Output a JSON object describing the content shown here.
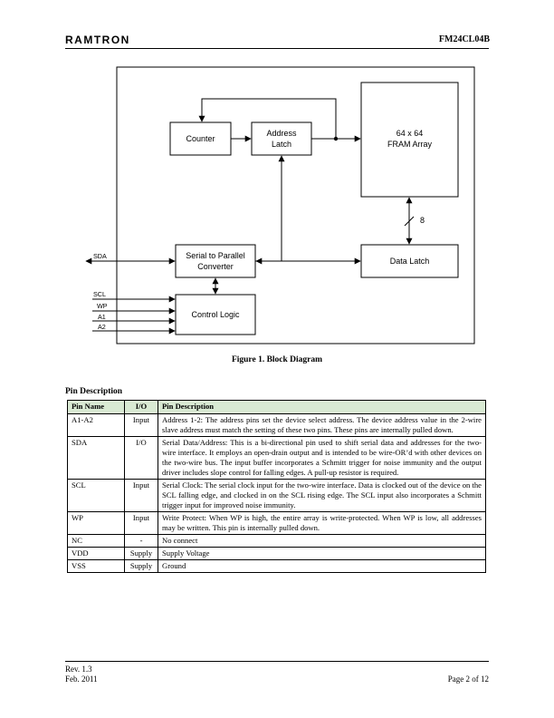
{
  "header": {
    "logo": "RAMTRON",
    "part_number": "FM24CL04B"
  },
  "diagram": {
    "blocks": {
      "counter": "Counter",
      "address_latch": [
        "Address",
        "Latch"
      ],
      "fram_array": [
        "64 x 64",
        "FRAM Array"
      ],
      "serial_to_parallel": [
        "Serial to Parallel",
        "Converter"
      ],
      "data_latch": "Data Latch",
      "control_logic": "Control Logic"
    },
    "bus_width": "8",
    "pins": [
      "SDA",
      "SCL",
      "WP",
      "A1",
      "A2"
    ]
  },
  "figure_caption": "Figure 1. Block Diagram",
  "section_title": "Pin Description",
  "table": {
    "headers": [
      "Pin Name",
      "I/O",
      "Pin Description"
    ],
    "rows": [
      [
        "A1-A2",
        "Input",
        "Address 1-2:  The address pins set the device select address. The device address value in the 2-wire slave address must match the setting of these two pins. These pins are internally pulled down."
      ],
      [
        "SDA",
        "I/O",
        "Serial Data/Address: This is a bi-directional pin used to shift serial data and addresses for the two-wire interface. It employs an open-drain output and is intended to be wire-OR’d with other devices on the two-wire bus. The input buffer incorporates a Schmitt trigger for noise immunity and the output driver includes slope control for falling edges. A pull-up resistor is required."
      ],
      [
        "SCL",
        "Input",
        "Serial Clock: The serial clock input for the two-wire interface. Data is clocked out of the device on the SCL falling edge, and clocked in on the SCL rising edge. The SCL input also incorporates a Schmitt trigger input for improved noise immunity."
      ],
      [
        "WP",
        "Input",
        "Write Protect:  When WP is high, the entire array is write-protected. When WP is low, all addresses may be written. This pin is internally pulled down."
      ],
      [
        "NC",
        "-",
        "No connect"
      ],
      [
        "VDD",
        "Supply",
        "Supply Voltage"
      ],
      [
        "VSS",
        "Supply",
        "Ground"
      ]
    ]
  },
  "footer": {
    "revision": "Rev. 1.3",
    "date": "Feb. 2011",
    "page": "Page 2 of 12"
  }
}
